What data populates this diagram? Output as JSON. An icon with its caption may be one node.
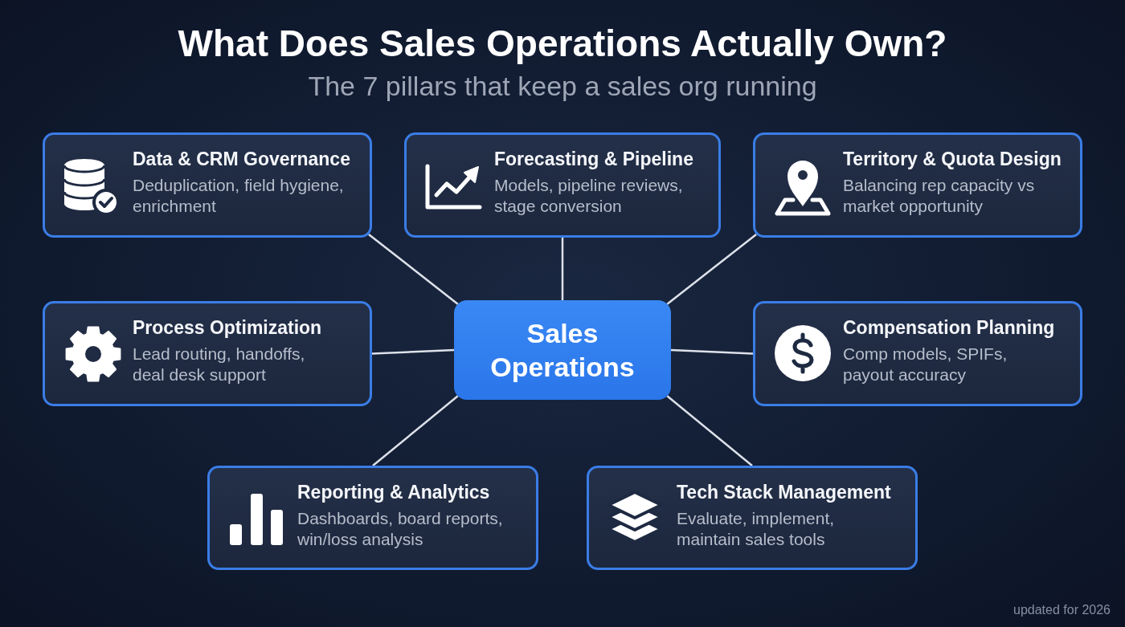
{
  "diagram": {
    "title": "What Does Sales Operations Actually Own?",
    "nodes": [
      {
        "text": [
          "Data & CRM Governance",
          "Deduplication, field hygiene, enrichment"
        ]
      },
      {
        "text": [
          "Forecasting & Pipeline",
          "Models, pipeline reviews, stage conversion"
        ]
      },
      {
        "text": [
          "Territory & Quota Design",
          "Balancing rep capacity vs market opportunity"
        ]
      },
      {
        "text": [
          "Process Optimization",
          "Lead routing, handoffs, deal desk support"
        ]
      },
      {
        "text": [
          "Sales Operations"
        ]
      },
      {
        "text": [
          "Compensation Planning",
          "Comp models, SPIFs, payout accuracy"
        ]
      },
      {
        "text": [
          "Reporting & Analytics",
          "Dashboards, board reports, win/loss analysis"
        ]
      },
      {
        "text": [
          "Tech Stack Management",
          "Evaluate, implement, maintain sales tools"
        ]
      }
    ],
    "edges": [
      {
        "from": 4,
        "to": 0,
        "arrow": "none"
      },
      {
        "from": 4,
        "to": 1,
        "arrow": "none"
      },
      {
        "from": 4,
        "to": 2,
        "arrow": "none"
      },
      {
        "from": 4,
        "to": 3,
        "arrow": "none"
      },
      {
        "from": 4,
        "to": 5,
        "arrow": "none"
      },
      {
        "from": 4,
        "to": 6,
        "arrow": "none"
      },
      {
        "from": 4,
        "to": 7,
        "arrow": "none"
      }
    ],
    "labels": [
      "The 7 pillars that keep a sales org running",
      "updated for 2026"
    ]
  }
}
